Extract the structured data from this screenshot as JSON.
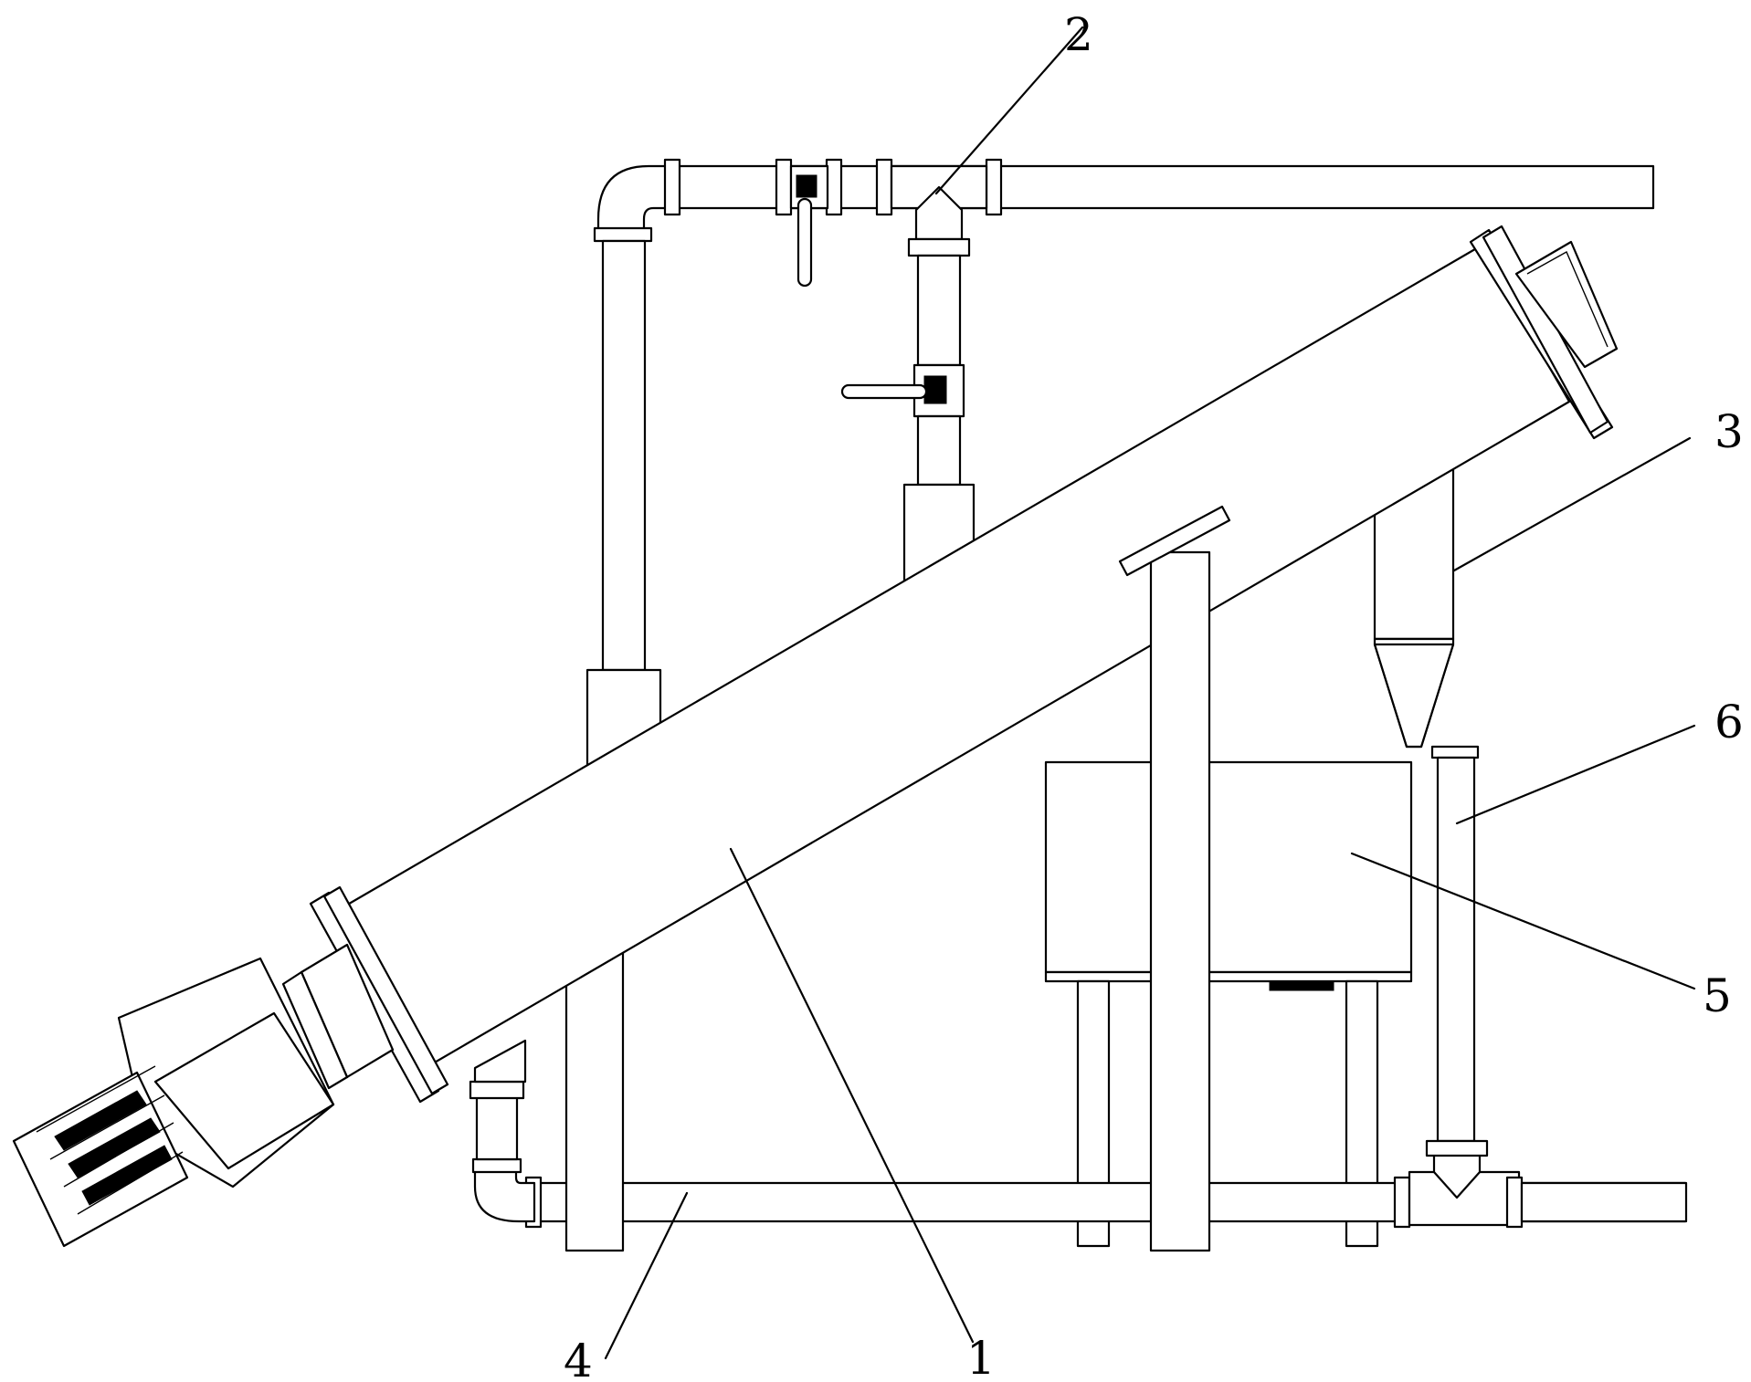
{
  "diagram": {
    "labels": [
      {
        "id": "1",
        "text": "1"
      },
      {
        "id": "2",
        "text": "2"
      },
      {
        "id": "3",
        "text": "3"
      },
      {
        "id": "4",
        "text": "4"
      },
      {
        "id": "5",
        "text": "5"
      },
      {
        "id": "6",
        "text": "6"
      }
    ],
    "colors": {
      "stroke": "#000000",
      "fill": "#ffffff"
    }
  }
}
